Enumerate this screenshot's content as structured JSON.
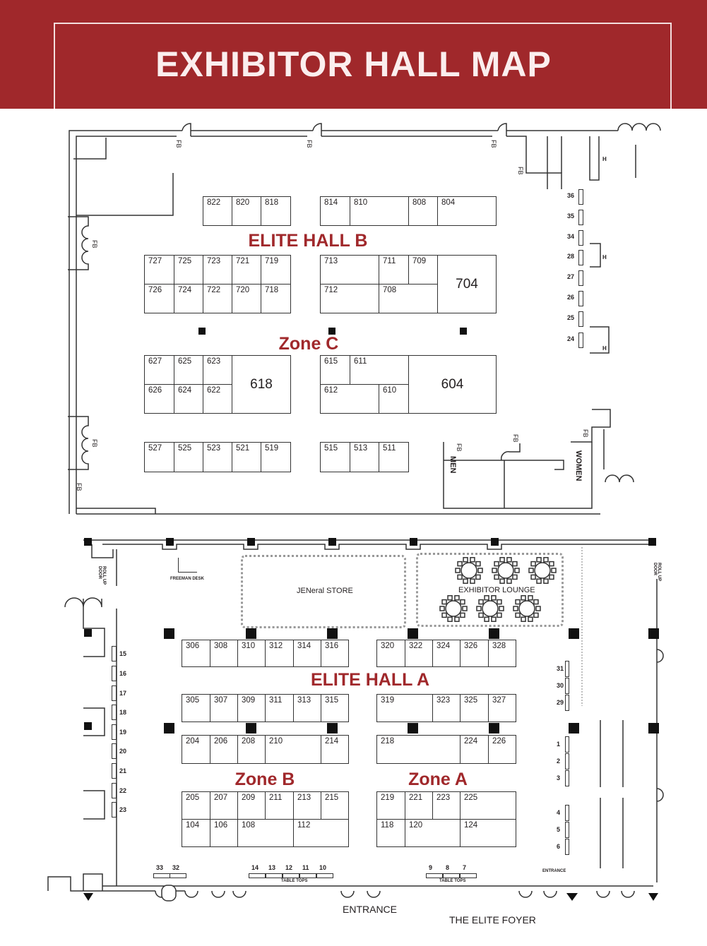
{
  "header": {
    "title": "EXHIBITOR HALL MAP",
    "color": "#a0282b"
  },
  "hall_b": {
    "title": "ELITE HALL B",
    "zone": "Zone C",
    "booths": [
      "822",
      "820",
      "818",
      "814",
      "810",
      "808",
      "804",
      "727",
      "725",
      "723",
      "721",
      "719",
      "726",
      "724",
      "722",
      "720",
      "718",
      "713",
      "711",
      "709",
      "712",
      "708",
      "704",
      "627",
      "625",
      "623",
      "626",
      "624",
      "622",
      "618",
      "615",
      "611",
      "612",
      "610",
      "604",
      "527",
      "525",
      "523",
      "521",
      "519",
      "515",
      "513",
      "511"
    ],
    "tables": [
      "36",
      "35",
      "34",
      "28",
      "27",
      "26",
      "25",
      "24"
    ],
    "fb_label": "FB",
    "h_label": "H",
    "men_label": "MEN",
    "women_label": "WOMEN"
  },
  "hall_a": {
    "title": "ELITE HALL A",
    "zones": [
      "Zone B",
      "Zone A"
    ],
    "booths": [
      "306",
      "308",
      "310",
      "312",
      "314",
      "316",
      "320",
      "322",
      "324",
      "326",
      "328",
      "305",
      "307",
      "309",
      "311",
      "313",
      "315",
      "319",
      "323",
      "325",
      "327",
      "204",
      "206",
      "208",
      "210",
      "214",
      "218",
      "224",
      "226",
      "205",
      "207",
      "209",
      "211",
      "213",
      "215",
      "219",
      "221",
      "223",
      "225",
      "104",
      "106",
      "108",
      "112",
      "118",
      "120",
      "124"
    ],
    "left_tables": [
      "15",
      "16",
      "17",
      "18",
      "19",
      "20",
      "21",
      "22",
      "23"
    ],
    "right_tables": [
      "31",
      "30",
      "29",
      "1",
      "2",
      "3",
      "4",
      "5",
      "6"
    ],
    "bottom_tables": [
      "33",
      "32",
      "14",
      "13",
      "12",
      "11",
      "10",
      "9",
      "8",
      "7"
    ],
    "table_tops_label": "TABLE TOPS",
    "store_label": "JENeral STORE",
    "lounge_label": "EXHIBITOR LOUNGE",
    "freeman_label": "FREEMAN DESK",
    "roll_up_door_label": "ROLL UP DOOR",
    "entrance_small": "ENTRANCE",
    "entrance_label": "ENTRANCE",
    "foyer_label": "THE ELITE FOYER"
  }
}
